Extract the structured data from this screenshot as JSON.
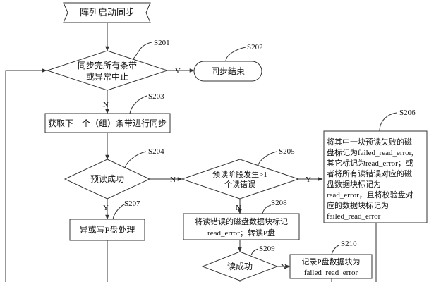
{
  "nodes": {
    "start": {
      "lines": [
        "阵列启动同步"
      ]
    },
    "s201": {
      "lines": [
        "同步完所有条带",
        "或异常中止"
      ],
      "label": "S201"
    },
    "s202": {
      "lines": [
        "同步结束"
      ],
      "label": "S202"
    },
    "s203": {
      "lines": [
        "获取下一个（组）条带进行同步"
      ],
      "label": "S203"
    },
    "s204": {
      "lines": [
        "预读成功"
      ],
      "label": "S204"
    },
    "s205": {
      "lines": [
        "预读阶段发生>1",
        "个读错误"
      ],
      "label": "S205"
    },
    "s206": {
      "lines": [
        "将其中一块预读失败的磁",
        "盘标记为failed_read_error,",
        "其它标记为read_error；或",
        "者将所有读错误对应的磁",
        "盘数据块标记为",
        "read_error，且将校验盘对",
        "应的数据块标记为",
        "failed_read_error"
      ],
      "label": "S206"
    },
    "s207": {
      "lines": [
        "异或写P盘处理"
      ],
      "label": "S207"
    },
    "s208": {
      "lines": [
        "将读错误的磁盘数据块标记",
        "read_error；转读P盘"
      ],
      "label": "S208"
    },
    "s209": {
      "lines": [
        "读成功"
      ],
      "label": "S209"
    },
    "s210": {
      "lines": [
        "记录P盘数据块为",
        "failed_read_error"
      ],
      "label": "S210"
    }
  },
  "edges": {
    "yes": "Y",
    "no": "N"
  },
  "colors": {
    "line": "#333333",
    "text": "#111111",
    "fill": "#ffffff"
  }
}
